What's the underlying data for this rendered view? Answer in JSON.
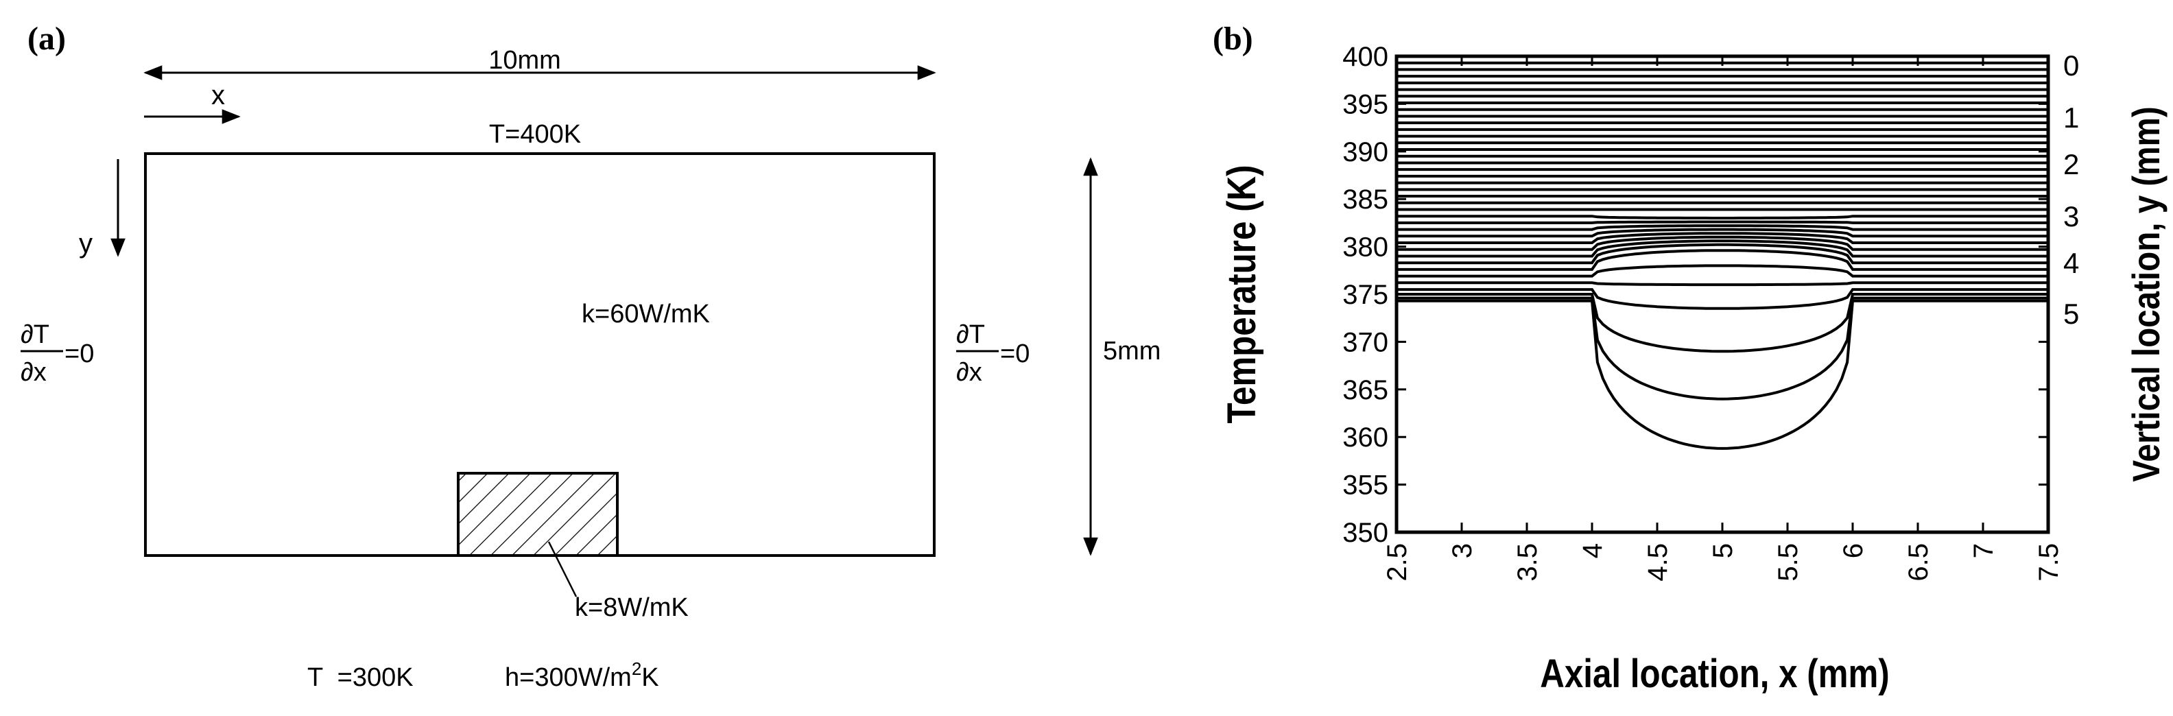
{
  "panel_a": {
    "label": "(a)",
    "width_dim": "10mm",
    "height_dim": "5mm",
    "x_axis": "x",
    "y_axis": "y",
    "top_bc": "T=400K",
    "bc_partial": "∂T",
    "bc_denom": "∂x",
    "bc_eq": "=0",
    "k_main": "k=60W/mK",
    "k_insert": "k=8W/mK",
    "bottom_T": "T  =300K",
    "bottom_h": "h=300W/m",
    "bottom_h_exp": "2",
    "bottom_h_unit": "K"
  },
  "panel_b": {
    "label": "(b)",
    "chart_data": {
      "type": "line",
      "xlabel": "Axial location, x (mm)",
      "ylabel": "Temperature (K)",
      "y2label": "Vertical location, y (mm)",
      "xlim": [
        2.5,
        7.5
      ],
      "ylim": [
        350,
        400
      ],
      "x_ticks": [
        "2.5",
        "3",
        "3.5",
        "4",
        "4.5",
        "5",
        "5.5",
        "6",
        "6.5",
        "7",
        "7.5"
      ],
      "y_ticks": [
        "350",
        "355",
        "360",
        "365",
        "370",
        "375",
        "380",
        "385",
        "390",
        "395",
        "400"
      ],
      "y2_ticks": [
        "0",
        "1",
        "2",
        "3",
        "4",
        "5"
      ],
      "dip_start_x": 4.0,
      "dip_end_x": 6.0,
      "series_flat": [
        400,
        399.3,
        398.6,
        397.9,
        397.2,
        396.5,
        395.8,
        395.1,
        394.4,
        393.7,
        393.0,
        392.3,
        391.6,
        390.9,
        390.2,
        389.5,
        388.8,
        388.1,
        387.4,
        386.7,
        386.0,
        385.3,
        384.6,
        383.9
      ],
      "series_dip": [
        {
          "edge": 383.2,
          "center": 383.0
        },
        {
          "edge": 382.5,
          "center": 382.6
        },
        {
          "edge": 381.8,
          "center": 382.2
        },
        {
          "edge": 381.1,
          "center": 381.8
        },
        {
          "edge": 380.4,
          "center": 381.4
        },
        {
          "edge": 379.7,
          "center": 381.0
        },
        {
          "edge": 379.0,
          "center": 380.6
        },
        {
          "edge": 378.3,
          "center": 380.2
        },
        {
          "edge": 377.6,
          "center": 379.6
        },
        {
          "edge": 376.9,
          "center": 378.0
        },
        {
          "edge": 376.2,
          "center": 376.0
        },
        {
          "edge": 375.5,
          "center": 373.5
        },
        {
          "edge": 375.0,
          "center": 369.0
        },
        {
          "edge": 374.6,
          "center": 364.0
        },
        {
          "edge": 374.3,
          "center": 358.8
        }
      ]
    }
  }
}
